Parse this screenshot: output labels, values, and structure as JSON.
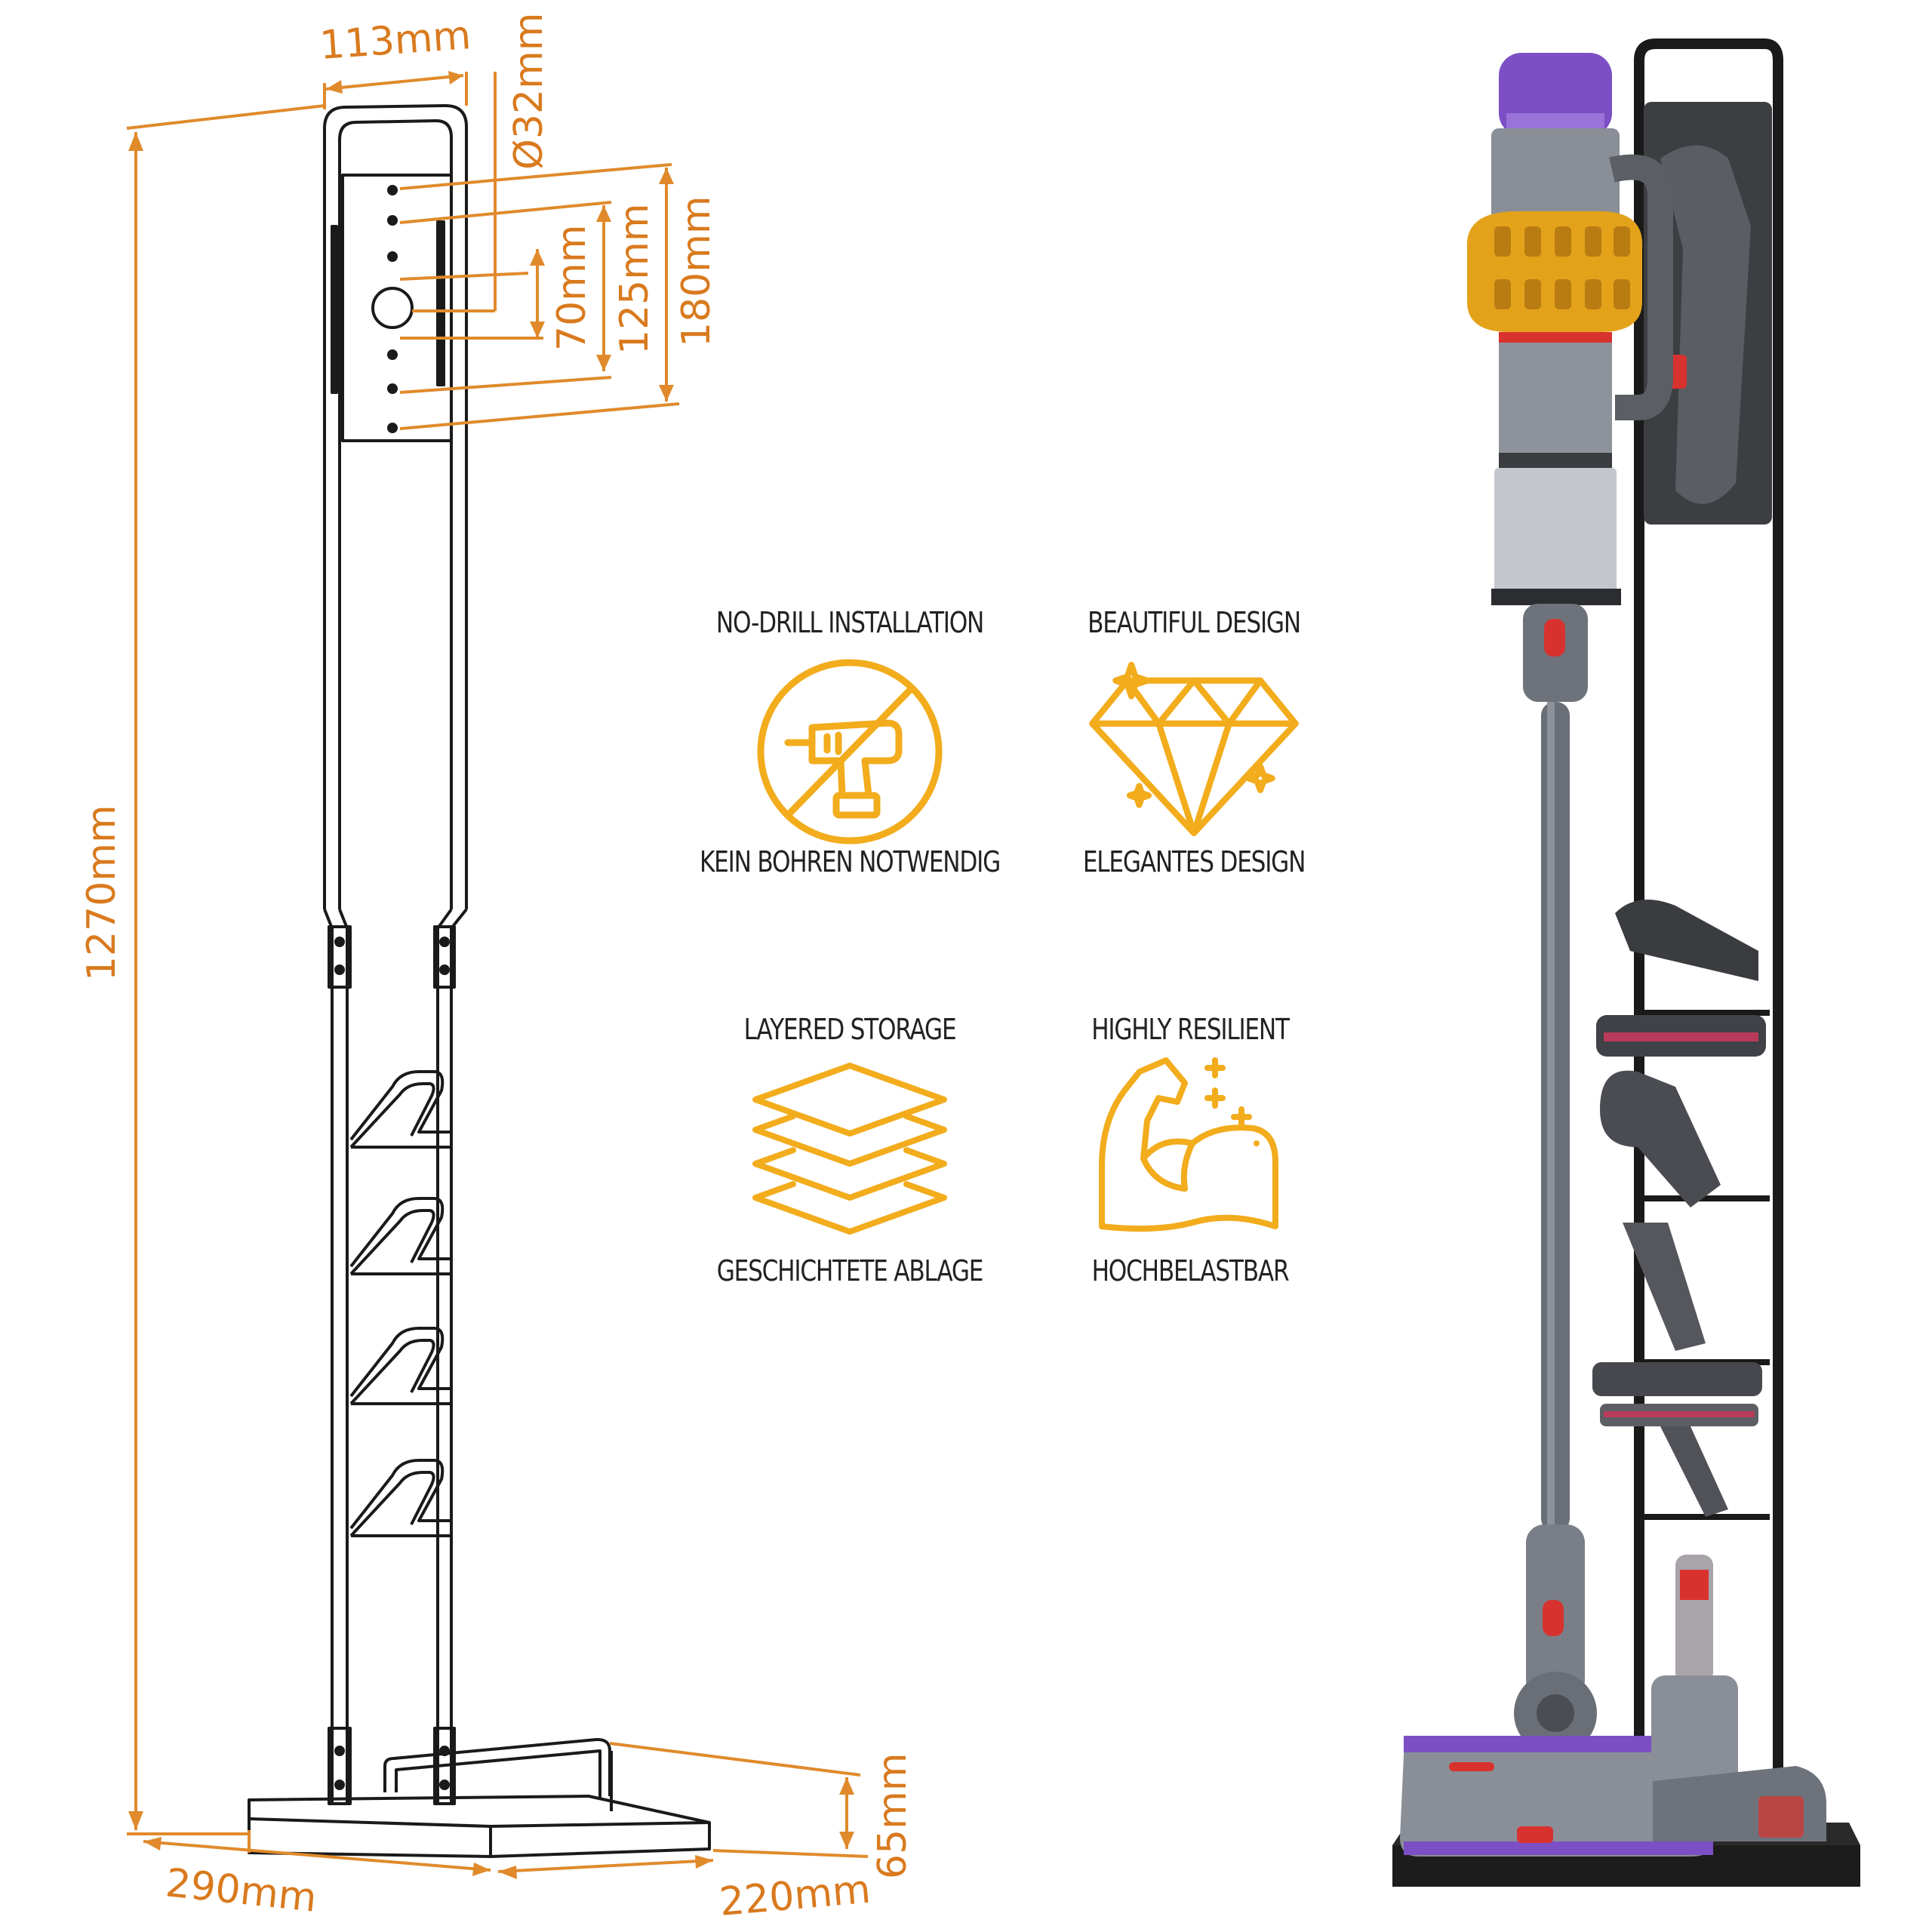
{
  "colors": {
    "dimension": "#e08a2c",
    "icon_gold": "#f2ac1c",
    "frame_black": "#1a1a1a",
    "label_text": "#222222",
    "vacuum_purple": "#7c4fc4",
    "vacuum_yellow": "#e3a21a",
    "vacuum_grey": "#7a7f87",
    "vacuum_red": "#d8322f"
  },
  "dimensions": {
    "top_width": "113mm",
    "diameter": "Ø32mm",
    "spacing_1": "70mm",
    "spacing_2": "125mm",
    "spacing_3": "180mm",
    "height": "1270mm",
    "base_depth": "290mm",
    "base_width": "220mm",
    "base_height": "65mm"
  },
  "features": [
    {
      "icon": "no-drill-icon",
      "title_en": "NO-DRILL INSTALLATION",
      "title_de": "KEIN BOHREN NOTWENDIG"
    },
    {
      "icon": "diamond-icon",
      "title_en": "BEAUTIFUL DESIGN",
      "title_de": "ELEGANTES DESIGN"
    },
    {
      "icon": "layers-icon",
      "title_en": "LAYERED STORAGE",
      "title_de": "GESCHICHTETE ABLAGE"
    },
    {
      "icon": "muscle-icon",
      "title_en": "HIGHLY RESILIENT",
      "title_de": "HOCHBELASTBAR"
    }
  ]
}
